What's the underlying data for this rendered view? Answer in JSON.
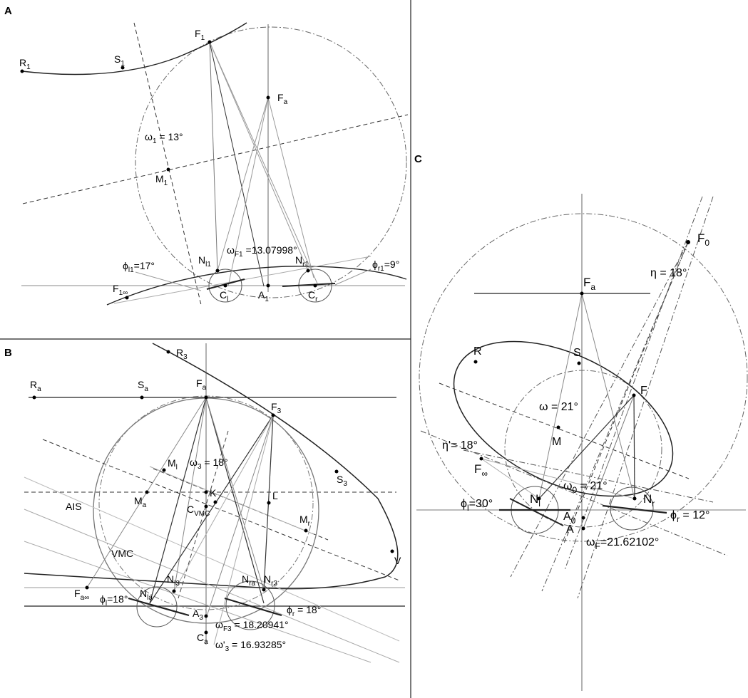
{
  "panels": [
    {
      "id": "A",
      "label": "A",
      "points": [
        {
          "text": "R",
          "sub": "1"
        },
        {
          "text": "S",
          "sub": "1"
        },
        {
          "text": "F",
          "sub": "1"
        },
        {
          "text": "F",
          "sub": "a"
        },
        {
          "text": "M",
          "sub": "1"
        },
        {
          "text": "N",
          "sub": "l1"
        },
        {
          "text": "N",
          "sub": "r1"
        },
        {
          "text": "C",
          "sub": "l"
        },
        {
          "text": "C",
          "sub": "r"
        },
        {
          "text": "A",
          "sub": "1"
        },
        {
          "text": "F",
          "sub": "1∞"
        }
      ],
      "annotations": [
        {
          "pre": "ω",
          "sub": "1",
          "post": " = 13°"
        },
        {
          "pre": "ω",
          "sub": "F1",
          "post": " =13.07998°"
        },
        {
          "pre": "ϕ",
          "sub": "l1",
          "post": "=17°"
        },
        {
          "pre": "ϕ",
          "sub": "r1",
          "post": "=9°"
        }
      ]
    },
    {
      "id": "B",
      "label": "B",
      "points": [
        {
          "text": "R",
          "sub": "3"
        },
        {
          "text": "R",
          "sub": "a"
        },
        {
          "text": "S",
          "sub": "a"
        },
        {
          "text": "F",
          "sub": "a"
        },
        {
          "text": "F",
          "sub": "3"
        },
        {
          "text": "S",
          "sub": "3"
        },
        {
          "text": "M",
          "sub": "l"
        },
        {
          "text": "M",
          "sub": "a"
        },
        {
          "text": "K",
          "sub": ""
        },
        {
          "text": "L",
          "sub": ""
        },
        {
          "text": "C",
          "sub": "VMC"
        },
        {
          "text": "M",
          "sub": "r"
        },
        {
          "text": "V",
          "sub": ""
        },
        {
          "text": "N",
          "sub": "la"
        },
        {
          "text": "N",
          "sub": "l3"
        },
        {
          "text": "N",
          "sub": "ra"
        },
        {
          "text": "N",
          "sub": "r3"
        },
        {
          "text": "F",
          "sub": "a∞"
        },
        {
          "text": "A",
          "sub": "3"
        },
        {
          "text": "C",
          "sub": "a"
        }
      ],
      "region_labels": [
        "AIS",
        "VMC"
      ],
      "annotations": [
        {
          "pre": "ω",
          "sub": "3",
          "post": " = 18°"
        },
        {
          "pre": "ϕ",
          "sub": "l",
          "post": "=18°"
        },
        {
          "pre": "ϕ",
          "sub": "r",
          "post": " = 18°"
        },
        {
          "pre": "ω",
          "sub": "F3",
          "post": " = 18.20941°"
        },
        {
          "pre": "ω'",
          "sub": "3",
          "post": " = 16.93285°"
        }
      ]
    },
    {
      "id": "C",
      "label": "C",
      "points": [
        {
          "text": "F",
          "sub": "0"
        },
        {
          "text": "F",
          "sub": "a"
        },
        {
          "text": "R",
          "sub": ""
        },
        {
          "text": "S",
          "sub": ""
        },
        {
          "text": "F",
          "sub": ""
        },
        {
          "text": "M",
          "sub": ""
        },
        {
          "text": "F",
          "sub": "∞"
        },
        {
          "text": "N",
          "sub": "l"
        },
        {
          "text": "N",
          "sub": "r"
        },
        {
          "text": "A",
          "sub": "0"
        },
        {
          "text": "A",
          "sub": ""
        }
      ],
      "annotations": [
        {
          "pre": "η",
          "sub": "",
          "post": " = 18°"
        },
        {
          "pre": "ω",
          "sub": "",
          "post": " = 21°"
        },
        {
          "pre": "η'",
          "sub": "",
          "post": "= 18°"
        },
        {
          "pre": "ω",
          "sub": "0",
          "post": " = 21°"
        },
        {
          "pre": "ϕ",
          "sub": "l",
          "post": "=30°"
        },
        {
          "pre": "ϕ",
          "sub": "r",
          "post": " = 12°"
        },
        {
          "pre": "ω",
          "sub": "F",
          "post": "=21.62102°"
        }
      ]
    }
  ],
  "colors": {
    "ink": "#222222",
    "thin": "#888888",
    "light": "#b5b5b5"
  }
}
